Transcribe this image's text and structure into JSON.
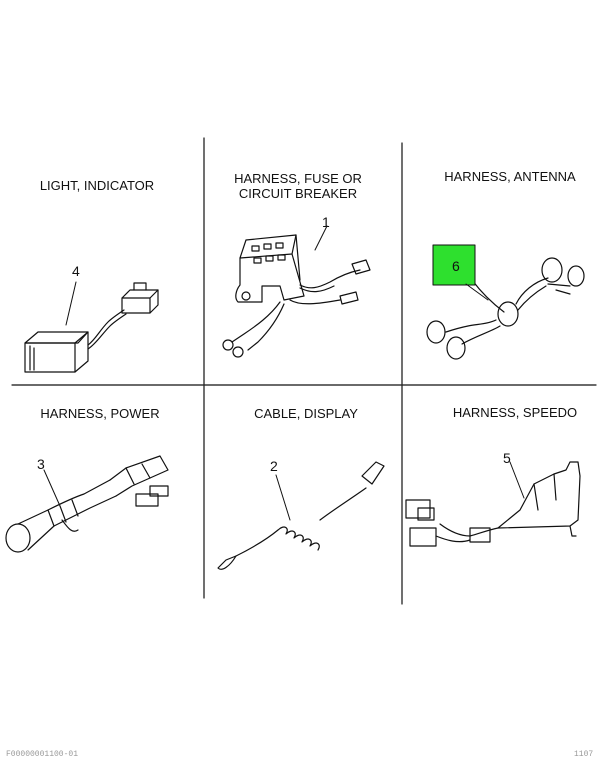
{
  "panels": [
    {
      "id": "light-indicator",
      "title": "LIGHT, INDICATOR",
      "callout": "4"
    },
    {
      "id": "harness-fuse",
      "title": "HARNESS, FUSE OR\nCIRCUIT BREAKER",
      "callout": "1"
    },
    {
      "id": "harness-antenna",
      "title": "HARNESS, ANTENNA",
      "callout": "6"
    },
    {
      "id": "harness-power",
      "title": "HARNESS, POWER",
      "callout": "3"
    },
    {
      "id": "cable-display",
      "title": "CABLE, DISPLAY",
      "callout": "2"
    },
    {
      "id": "harness-speedo",
      "title": "HARNESS, SPEEDO",
      "callout": "5"
    }
  ],
  "highlight_color": "#2ee02e",
  "footer": {
    "left": "F00000001100-01",
    "right": "1107"
  }
}
